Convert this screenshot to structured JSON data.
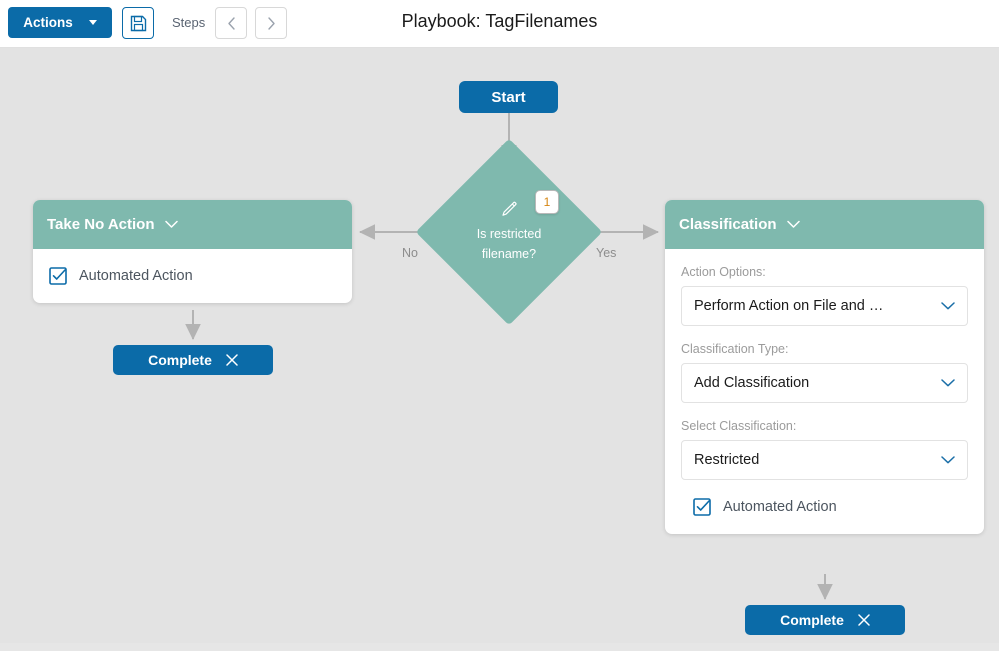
{
  "topbar": {
    "actions_label": "Actions",
    "actions_caret_icon": "chevron-down-icon",
    "save_icon": "floppy-disk-save-icon",
    "steps_label": "Steps",
    "prev_icon": "chevron-left-icon",
    "next_icon": "chevron-right-icon",
    "title": "Playbook: TagFilenames"
  },
  "colors": {
    "primary_blue": "#0b6ba8",
    "node_teal": "#7fb9ae",
    "canvas_gray": "#e3e3e3",
    "badge_orange": "#d58512",
    "edge_gray": "#b3b3b3"
  },
  "flow": {
    "start": {
      "label": "Start"
    },
    "decision": {
      "label_line1": "Is restricted",
      "label_line2": "filename?",
      "edit_icon": "pencil-icon",
      "badge": "1"
    },
    "edges": {
      "no_label": "No",
      "yes_label": "Yes"
    },
    "branch_no": {
      "card": {
        "header_title": "Take No Action",
        "header_chevron_icon": "chevron-down-icon",
        "automated_action_label": "Automated Action",
        "automated_action_icon": "checked-checkbox-icon",
        "automated_action_checked": true
      },
      "complete": {
        "label": "Complete",
        "close_icon": "close-x-icon"
      }
    },
    "branch_yes": {
      "card": {
        "header_title": "Classification",
        "header_chevron_icon": "chevron-down-icon",
        "fields": [
          {
            "label": "Action Options:",
            "value": "Perform Action on File and …",
            "chevron_icon": "chevron-down-icon"
          },
          {
            "label": "Classification Type:",
            "value": "Add Classification",
            "chevron_icon": "chevron-down-icon"
          },
          {
            "label": "Select Classification:",
            "value": "Restricted",
            "chevron_icon": "chevron-down-icon"
          }
        ],
        "automated_action_label": "Automated Action",
        "automated_action_icon": "checked-checkbox-icon",
        "automated_action_checked": true
      },
      "complete": {
        "label": "Complete",
        "close_icon": "close-x-icon"
      }
    }
  }
}
